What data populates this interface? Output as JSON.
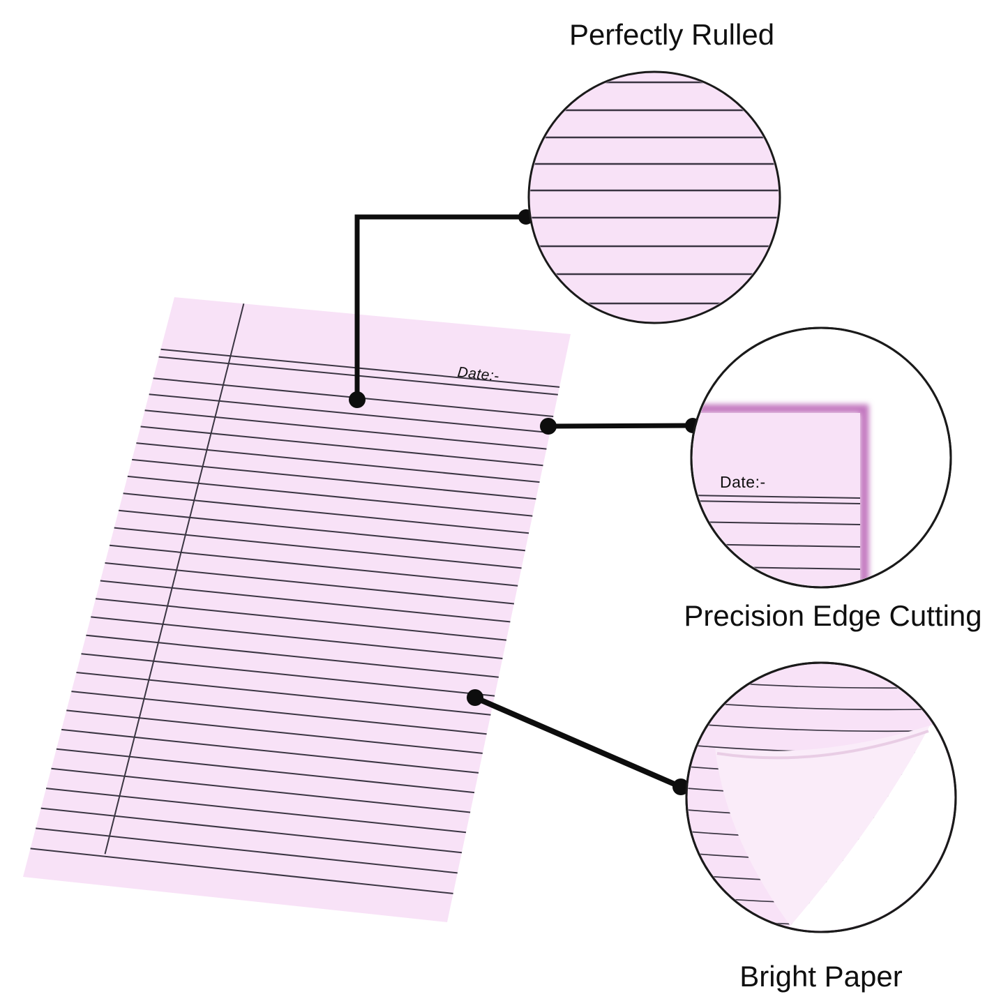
{
  "callouts": {
    "ruled": {
      "title": "Perfectly Rulled"
    },
    "edge": {
      "title": "Precision Edge Cutting"
    },
    "bright": {
      "title": "Bright Paper"
    }
  },
  "paper": {
    "date_label": "Date:-"
  },
  "edge_detail": {
    "date_label": "Date:-"
  },
  "colors": {
    "background": "#ffffff",
    "paper_pink": "#f8e2f7",
    "flap_pink": "#faecf9",
    "crease_pink": "#e5c8e2",
    "edge_glow": "#c277bf",
    "rule_line": "#3a3542",
    "connector": "#0d0d0d",
    "outline": "#1a1a1a",
    "title_text": "#0f0f0f",
    "white": "#ffffff"
  }
}
